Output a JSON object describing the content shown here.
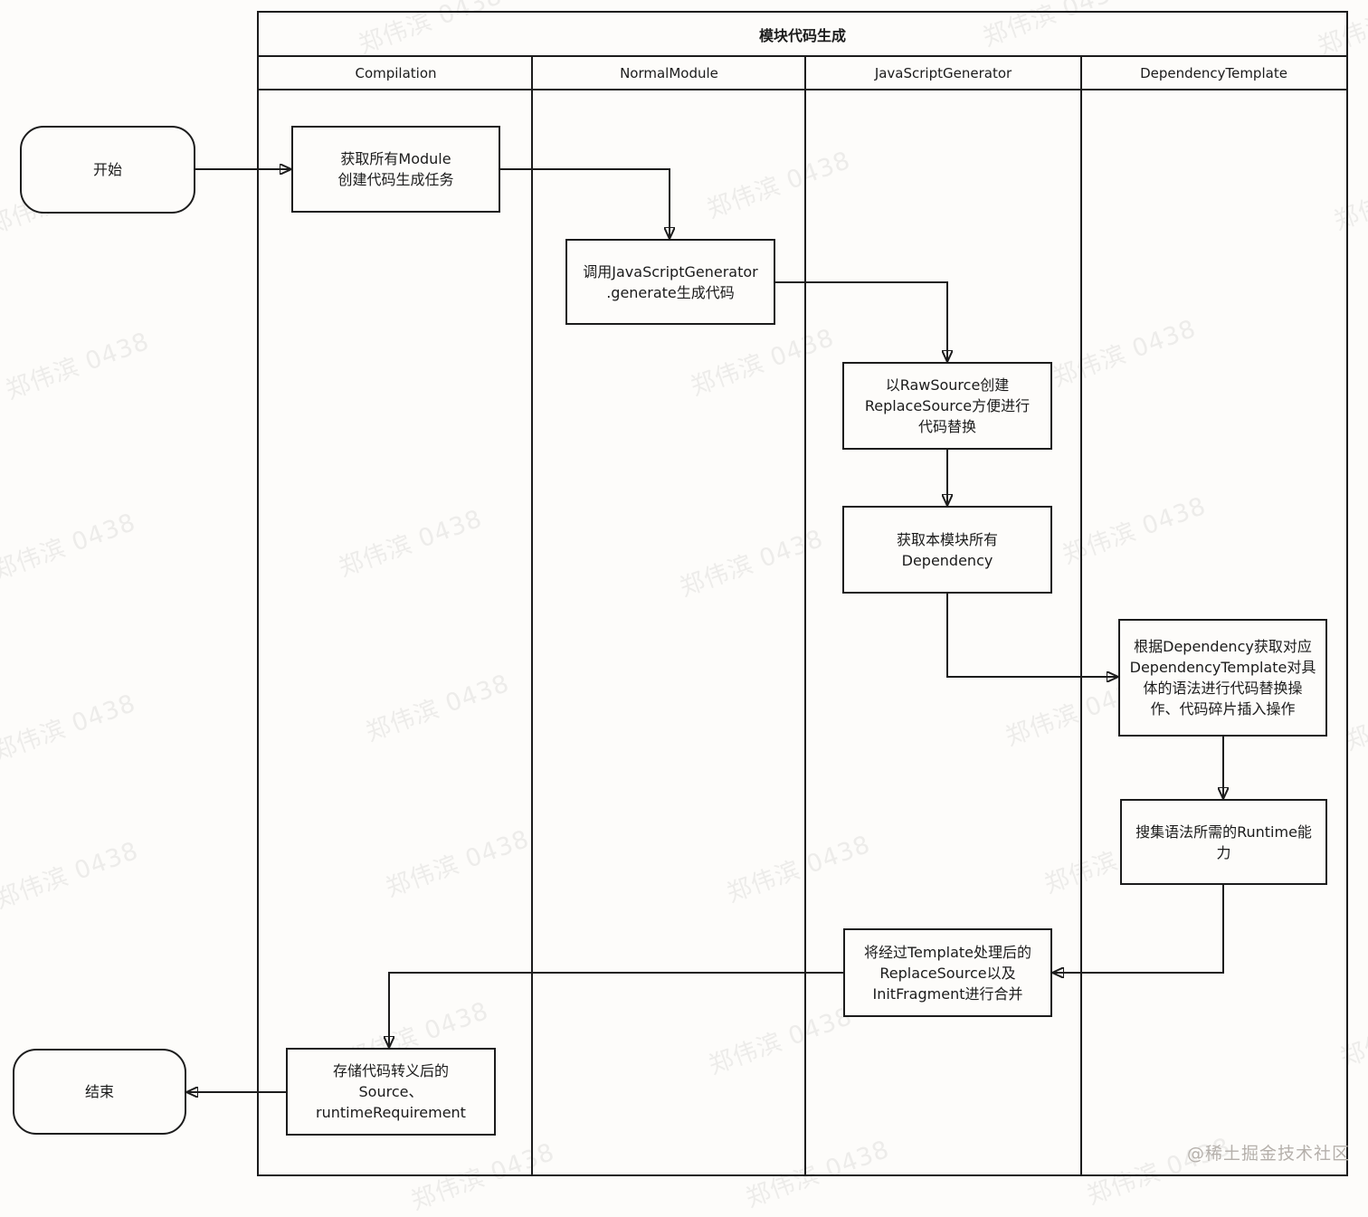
{
  "title": "模块代码生成",
  "lanes": [
    "Compilation",
    "NormalModule",
    "JavaScriptGenerator",
    "DependencyTemplate"
  ],
  "nodes": {
    "start": {
      "label": "开始"
    },
    "step1": {
      "label": "获取所有Module\n创建代码生成任务"
    },
    "step2": {
      "label": "调用JavaScriptGenerator\n.generate生成代码"
    },
    "step3": {
      "label": "以RawSource创建\nReplaceSource方便进行\n代码替换"
    },
    "step4": {
      "label": "获取本模块所有\nDependency"
    },
    "step5": {
      "label": "根据Dependency获取对应\nDependencyTemplate对具\n体的语法进行代码替换操\n作、代码碎片插入操作"
    },
    "step6": {
      "label": "搜集语法所需的Runtime能\n力"
    },
    "step7": {
      "label": "将经过Template处理后的\nReplaceSource以及\nInitFragment进行合并"
    },
    "step8": {
      "label": "存储代码转义后的\nSource、\nruntimeRequirement"
    },
    "end": {
      "label": "结束"
    }
  },
  "edges": [
    {
      "from": "start",
      "to": "step1"
    },
    {
      "from": "step1",
      "to": "step2"
    },
    {
      "from": "step2",
      "to": "step3"
    },
    {
      "from": "step3",
      "to": "step4"
    },
    {
      "from": "step4",
      "to": "step5"
    },
    {
      "from": "step5",
      "to": "step6"
    },
    {
      "from": "step6",
      "to": "step7"
    },
    {
      "from": "step7",
      "to": "step8"
    },
    {
      "from": "step8",
      "to": "end"
    }
  ],
  "watermark": {
    "text": "郑伟滨 0438",
    "color": "#edecea"
  },
  "footer_watermark": {
    "text": "@稀土掘金技术社区",
    "color": "#b5b0ab"
  },
  "colors": {
    "line": "#1c1c1c",
    "background": "#fdfcfa"
  }
}
